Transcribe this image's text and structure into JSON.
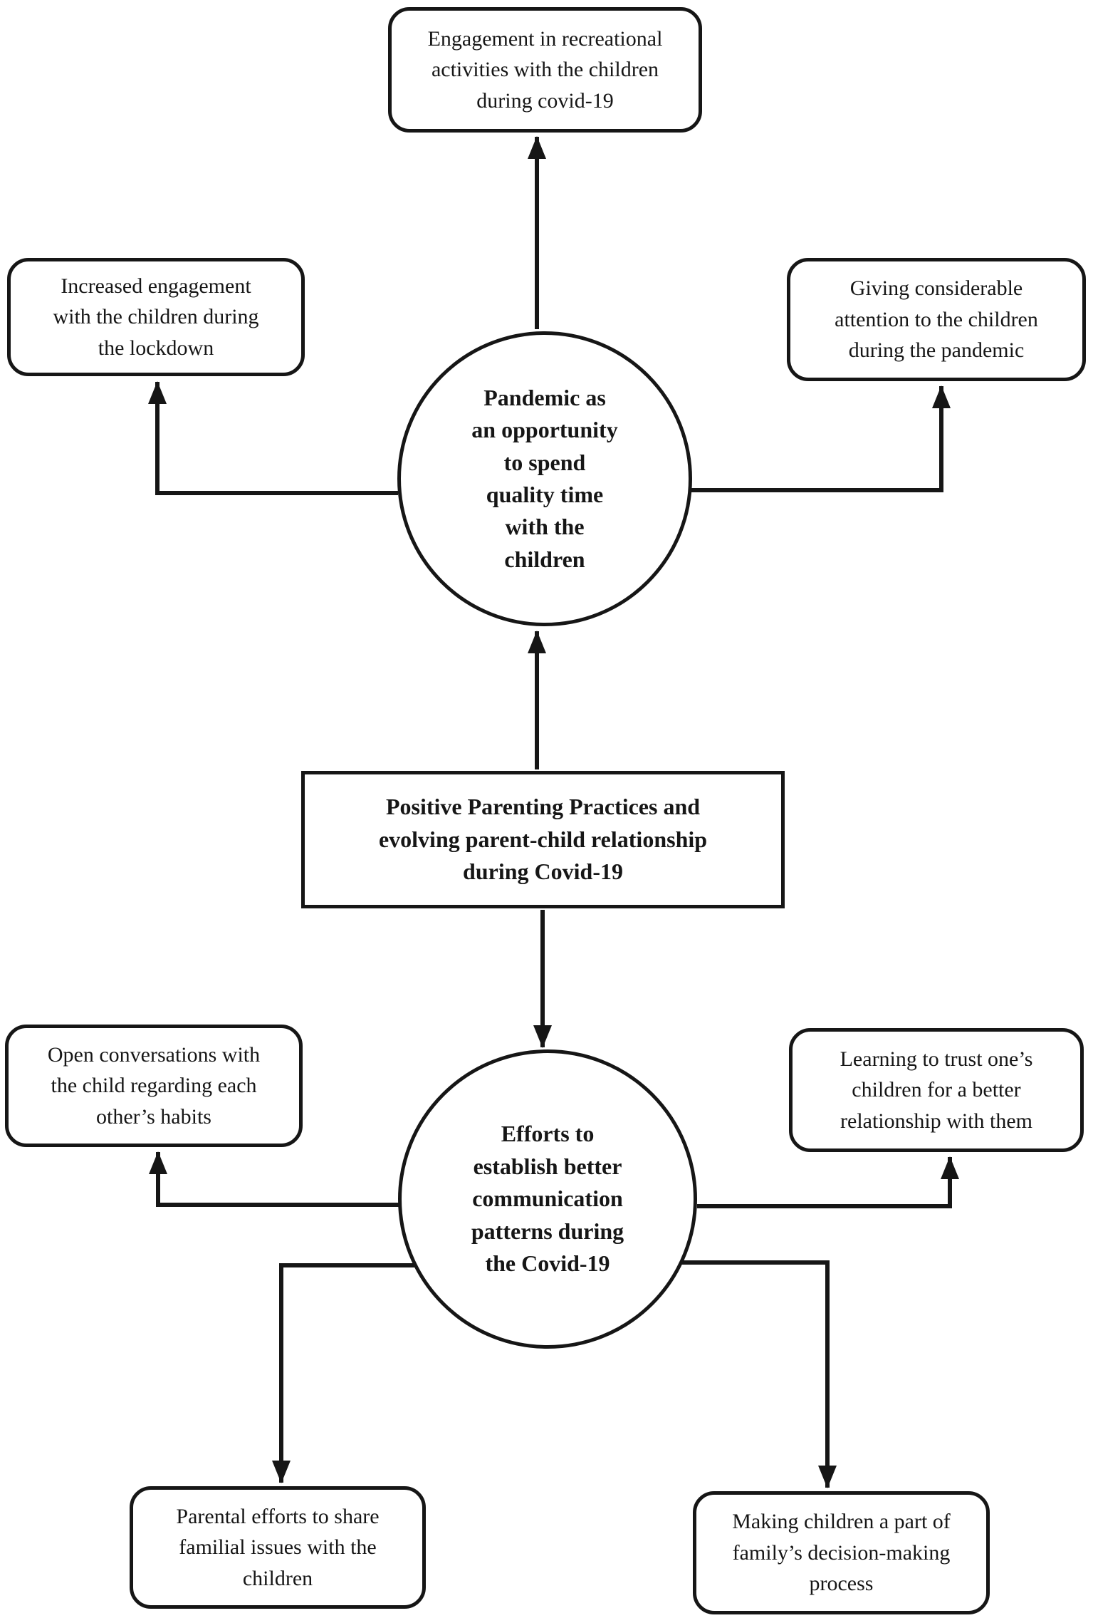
{
  "colors": {
    "ink": "#161616",
    "background": "#ffffff"
  },
  "diagram": {
    "nodes": {
      "top_box": {
        "shape": "rounded-rect",
        "label": "Engagement in recreational\nactivities with the children\nduring covid-19"
      },
      "left_box": {
        "shape": "rounded-rect",
        "label": "Increased engagement\nwith the children during\nthe lockdown"
      },
      "right_box": {
        "shape": "rounded-rect",
        "label": "Giving considerable\nattention to the children\nduring the pandemic"
      },
      "top_circle": {
        "shape": "circle",
        "label": "Pandemic as\nan opportunity\nto spend\nquality time\nwith the\nchildren"
      },
      "center_box": {
        "shape": "rect",
        "label": "Positive Parenting Practices and\nevolving parent-child relationship\nduring Covid-19"
      },
      "lower_circle": {
        "shape": "circle",
        "label": "Efforts to\nestablish better\ncommunication\npatterns during\nthe Covid-19"
      },
      "open_box": {
        "shape": "rounded-rect",
        "label": "Open conversations with\nthe child regarding each\nother’s habits"
      },
      "trust_box": {
        "shape": "rounded-rect",
        "label": "Learning to trust one’s\nchildren for a better\nrelationship with them"
      },
      "parental_box": {
        "shape": "rounded-rect",
        "label": "Parental efforts to share\nfamilial issues with the\nchildren"
      },
      "making_box": {
        "shape": "rounded-rect",
        "label": "Making children a part of\nfamily’s decision-making\nprocess"
      }
    },
    "edges": [
      {
        "from": "top_circle",
        "to": "top_box"
      },
      {
        "from": "top_circle",
        "to": "left_box"
      },
      {
        "from": "top_circle",
        "to": "right_box"
      },
      {
        "from": "center_box",
        "to": "top_circle"
      },
      {
        "from": "center_box",
        "to": "lower_circle"
      },
      {
        "from": "lower_circle",
        "to": "open_box"
      },
      {
        "from": "lower_circle",
        "to": "trust_box"
      },
      {
        "from": "lower_circle",
        "to": "parental_box"
      },
      {
        "from": "lower_circle",
        "to": "making_box"
      }
    ]
  }
}
